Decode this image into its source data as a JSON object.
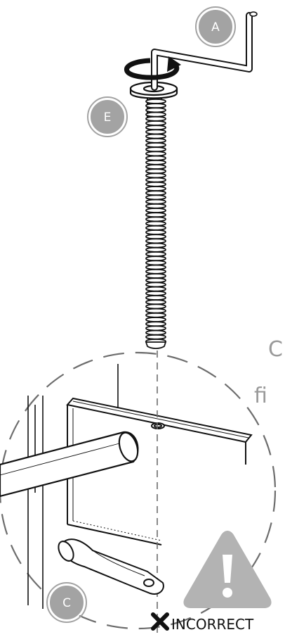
{
  "diagram": {
    "callouts": {
      "a": "A",
      "e": "E",
      "c": "C"
    },
    "side_text": {
      "line1": "C",
      "line2": "fi"
    },
    "warning": {
      "label": "INCORRECT"
    },
    "colors": {
      "callout_fill": "#a3a3a3",
      "warning_fill": "#b3b3b3",
      "line": "#111111",
      "dashed": "#6d6d6d"
    },
    "icons": [
      "hex-key-icon",
      "rotation-arrow-icon",
      "warning-triangle-icon",
      "x-mark-icon"
    ]
  }
}
